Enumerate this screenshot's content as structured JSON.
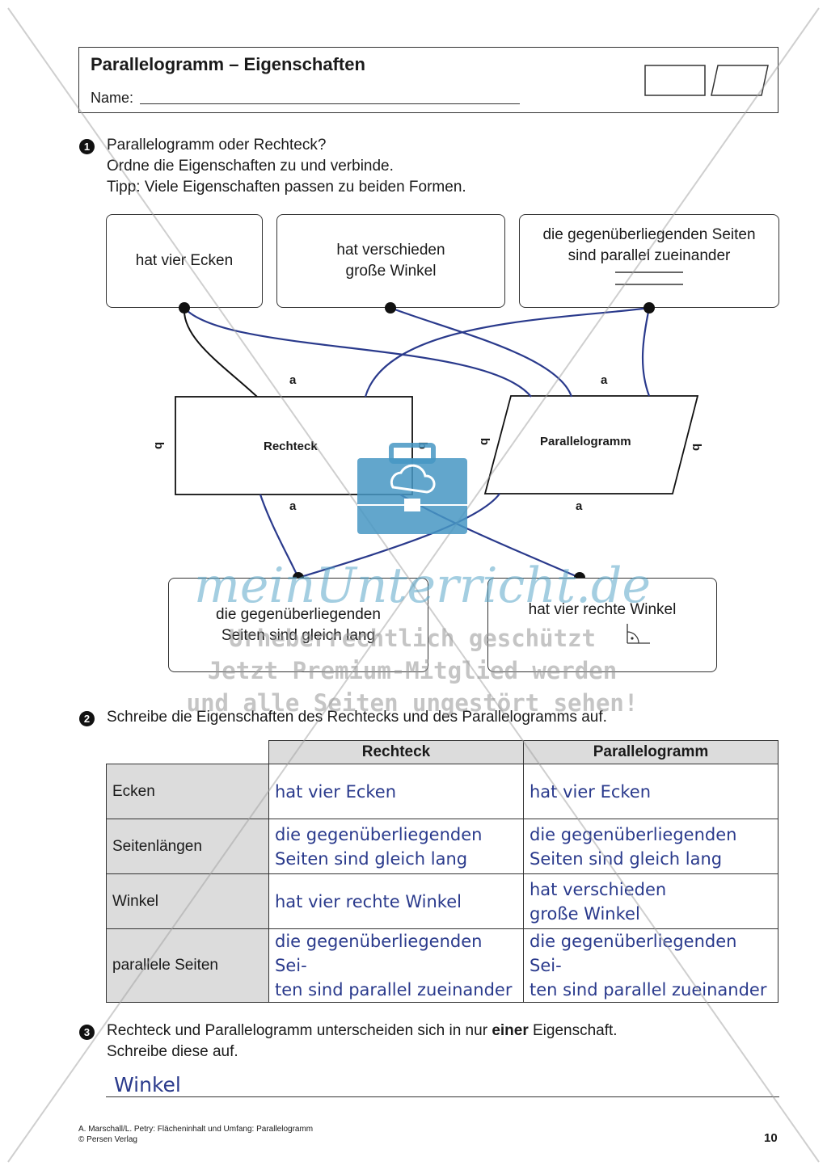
{
  "header": {
    "title": "Parallelogramm – Eigenschaften",
    "name_label": "Name:"
  },
  "task1": {
    "number": "1",
    "lines": [
      "Parallelogramm oder Rechteck?",
      "Ordne die Eigenschaften zu und verbinde.",
      "Tipp: Viele Eigenschaften passen zu beiden Formen."
    ],
    "boxes": {
      "corners": "hat vier Ecken",
      "angles_line1": "hat verschieden",
      "angles_line2": "große Winkel",
      "parallel_line1": "die gegenüberliegenden Seiten",
      "parallel_line2": "sind parallel zueinander",
      "equal_line1": "die gegenüberliegenden",
      "equal_line2": "Seiten sind gleich lang",
      "right_angles": "hat vier rechte Winkel"
    },
    "shapes": {
      "rectangle_label": "Rechteck",
      "parallelogram_label": "Parallelogramm",
      "side_a": "a",
      "side_b": "b"
    },
    "line_color": "#2a3a8c"
  },
  "task2": {
    "number": "2",
    "instruction": "Schreibe die Eigenschaften des Rechtecks und des Parallelogramms auf.",
    "columns": [
      "Rechteck",
      "Parallelogramm"
    ],
    "rows": [
      {
        "label": "Ecken",
        "rechteck": [
          "hat vier Ecken"
        ],
        "parallelogramm": [
          "hat vier Ecken"
        ]
      },
      {
        "label": "Seitenlängen",
        "rechteck": [
          "die gegenüberliegenden",
          "Seiten sind gleich lang"
        ],
        "parallelogramm": [
          "die gegenüberliegenden",
          "Seiten sind gleich lang"
        ]
      },
      {
        "label": "Winkel",
        "rechteck": [
          "hat vier rechte Winkel"
        ],
        "parallelogramm": [
          "hat verschieden",
          "große Winkel"
        ]
      },
      {
        "label": "parallele Seiten",
        "rechteck": [
          "die gegenüberliegenden Sei-",
          "ten sind parallel zueinander"
        ],
        "parallelogramm": [
          "die gegenüberliegenden Sei-",
          "ten sind parallel zueinander"
        ]
      }
    ]
  },
  "task3": {
    "number": "3",
    "line1_before": "Rechteck und Parallelogramm unterscheiden sich in nur ",
    "line1_bold": "einer",
    "line1_after": " Eigenschaft.",
    "line2": "Schreibe diese auf.",
    "answer": "Winkel"
  },
  "watermark": {
    "brand": "meinUnterricht.de",
    "line1": "Urheberrechtlich geschützt",
    "line2": "Jetzt Premium-Mitglied werden",
    "line3": "und alle Seiten ungestört sehen!"
  },
  "footer": {
    "authors": "A. Marschall/L. Petry: Flächeninhalt und Umfang: Parallelogramm",
    "publisher": "© Persen Verlag",
    "page": "10"
  }
}
